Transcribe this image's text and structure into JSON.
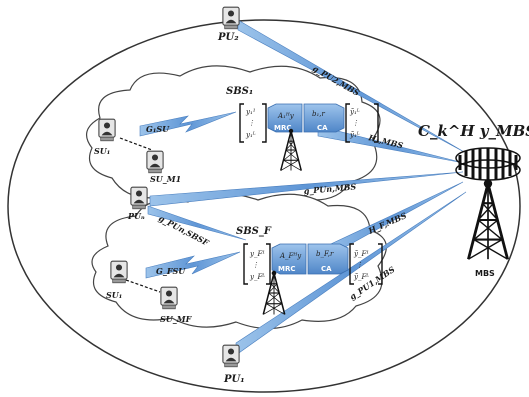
{
  "labels": {
    "pu2": "PU₂",
    "pu_n": "PUₙ",
    "pu1": "PU₁",
    "sbs1": "SBS₁",
    "sbsf": "SBS_F",
    "su1": "SU₁",
    "sum1": "SU_M1",
    "su1b": "SU₁",
    "sumf": "SU_MF",
    "g1su": "G₁SU",
    "gfsu": "G_FSU",
    "mrc1": "MRC",
    "ca1": "CA",
    "mrcf": "MRC",
    "caf": "CA",
    "mbs": "MBS",
    "link_pu2_mbs": "g_PU2,MBS",
    "link_b1_mbs": "H₁,MBS",
    "link_pun_mbs": "g_PUn,MBS",
    "link_pun_sbsf": "g_PUn,SBSF",
    "link_bf_mbs": "H_F,MBS",
    "link_pu1_mbs": "g_PU1,MBS",
    "equation": "C_k^H y_MBS"
  }
}
